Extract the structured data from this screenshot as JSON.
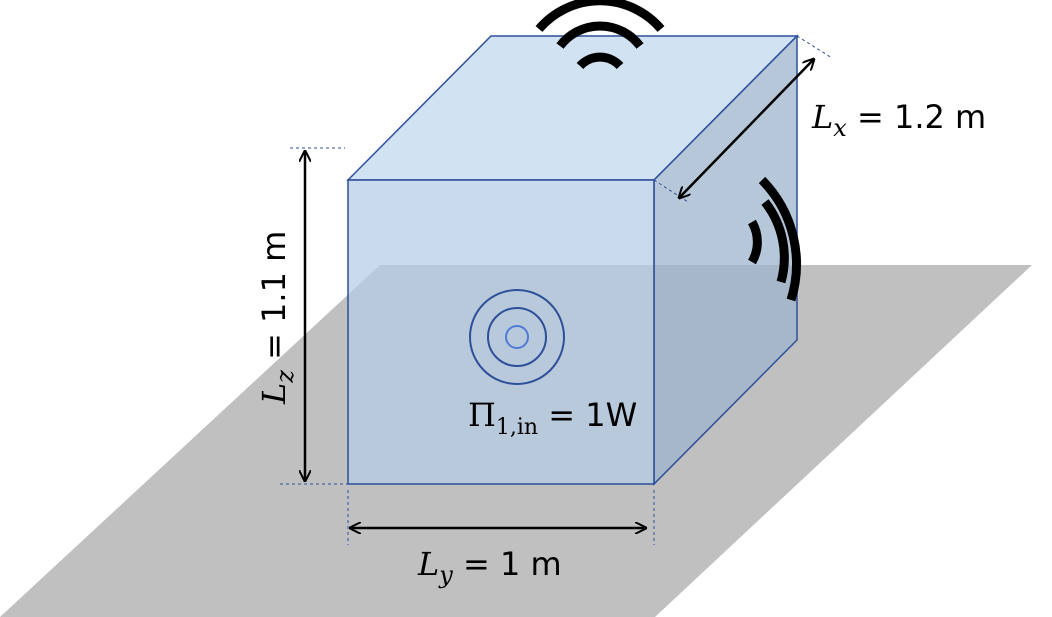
{
  "labels": {
    "lx": {
      "symbol": "L",
      "sub": "x",
      "rest": " = 1.2 m"
    },
    "ly": {
      "symbol": "L",
      "sub": "y",
      "rest": " = 1 m"
    },
    "lz": {
      "symbol": "L",
      "sub": "z",
      "rest": " = 1.1 m"
    },
    "power": {
      "symbol": "Π",
      "sub": "1,in",
      "rest": " = 1W"
    }
  },
  "colors": {
    "floor": "#c0c0c0",
    "box_front": "#a9bfd8",
    "box_top": "#cfe0f2",
    "box_side": "#95abc2",
    "edge": "#2e4f9a",
    "arrow": "#000000"
  }
}
